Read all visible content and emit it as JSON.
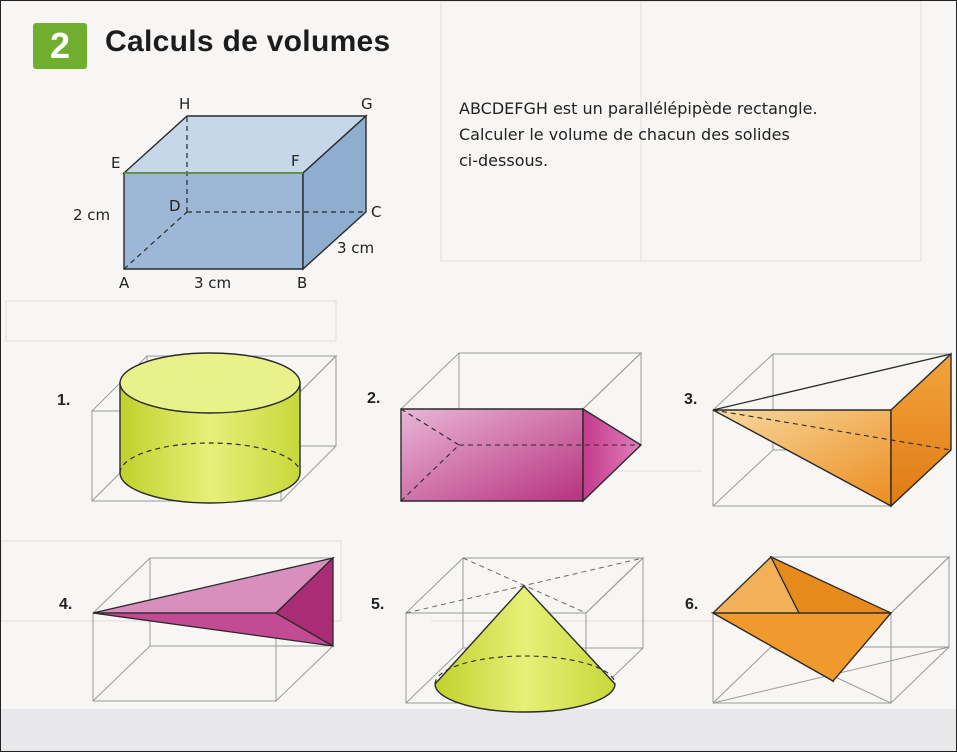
{
  "exercise": {
    "number": "2",
    "title": "Calculs de volumes",
    "instruction_lines": [
      "ABCDEFGH est un parallélépipède rectangle.",
      "Calculer le volume de chacun des solides",
      "ci-dessous."
    ]
  },
  "box_figure": {
    "vertices": [
      "A",
      "B",
      "C",
      "D",
      "E",
      "F",
      "G",
      "H"
    ],
    "dimensions": {
      "height": "2 cm",
      "width": "3 cm",
      "depth": "3 cm"
    },
    "colors": {
      "face": "#9db8d6",
      "edge": "#2a2a2a"
    }
  },
  "solids": [
    {
      "label": "1.",
      "shape": "cylinder",
      "color": "#d9e94a"
    },
    {
      "label": "2.",
      "shape": "triangular-prism",
      "color": "#c94a98"
    },
    {
      "label": "3.",
      "shape": "pyramid",
      "color": "#f0a43a"
    },
    {
      "label": "4.",
      "shape": "pyramid",
      "color": "#c94a98"
    },
    {
      "label": "5.",
      "shape": "cone",
      "color": "#d9e94a"
    },
    {
      "label": "6.",
      "shape": "pyramid",
      "color": "#f0a43a"
    }
  ]
}
